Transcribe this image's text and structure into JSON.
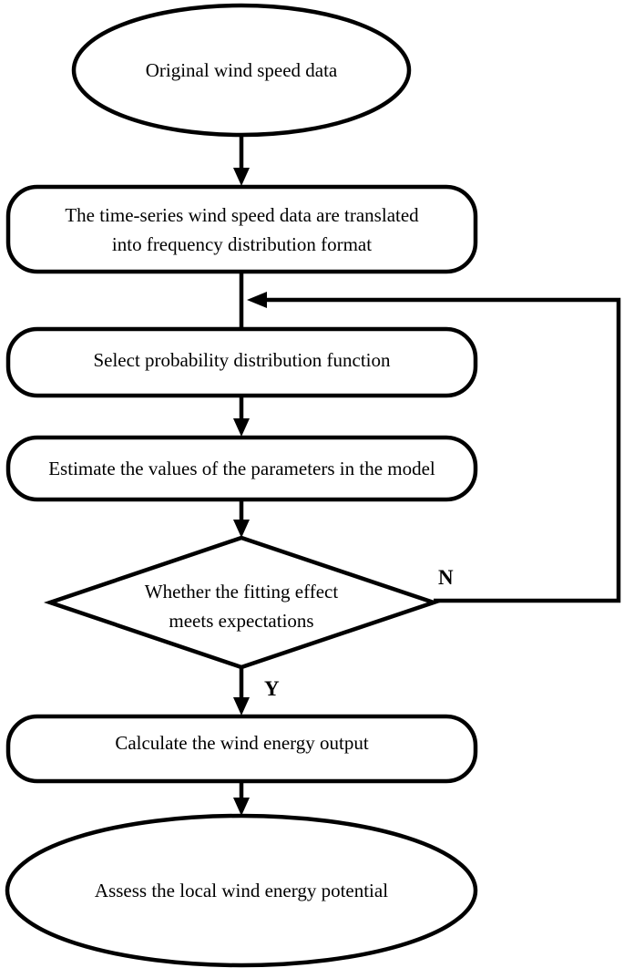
{
  "nodes": {
    "start": "Original wind speed data",
    "translate": {
      "line1": "The time-series wind speed data are translated",
      "line2": "into frequency distribution format"
    },
    "select": "Select probability distribution function",
    "estimate": "Estimate the values of the parameters in the model",
    "decision": {
      "line1": "Whether the fitting effect",
      "line2": "meets expectations"
    },
    "calculate": "Calculate the wind energy output",
    "end": "Assess the local wind energy potential"
  },
  "branches": {
    "no": "N",
    "yes": "Y"
  }
}
